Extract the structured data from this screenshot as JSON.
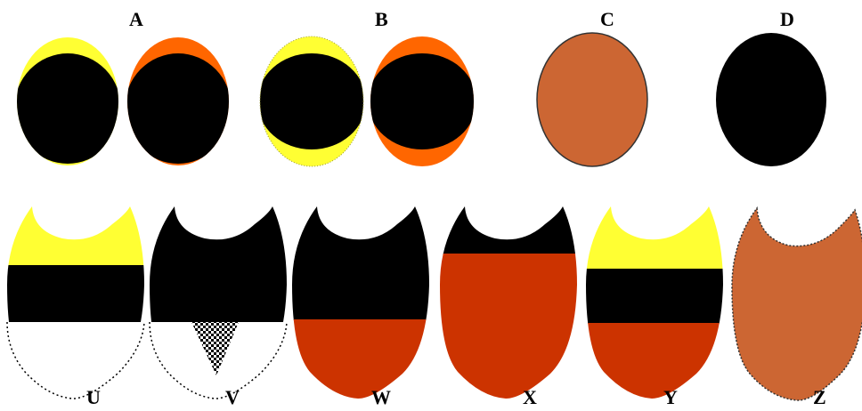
{
  "colors": {
    "black": "#000000",
    "yellow": "#ffff33",
    "orange": "#ff6600",
    "tan": "#cc6633",
    "red": "#cc3300",
    "white": "#ffffff",
    "outline": "#333333"
  },
  "top_row": {
    "labels": [
      "A",
      "B",
      "C",
      "D"
    ]
  },
  "bottom_row": {
    "labels": [
      "U",
      "V",
      "W",
      "X",
      "Y",
      "Z"
    ]
  }
}
